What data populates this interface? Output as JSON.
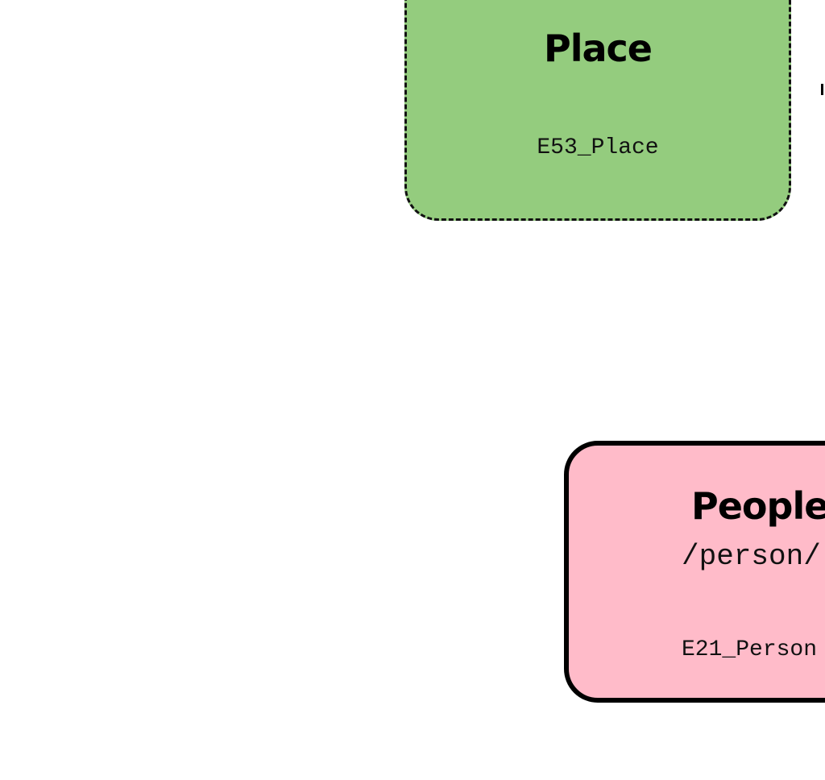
{
  "nodes": {
    "place": {
      "title": "Place",
      "class_id": "E53_Place",
      "fill": "#94cc7e",
      "border_style": "dashed"
    },
    "people": {
      "title": "People",
      "path": "/person/",
      "class_id": "E21_Person",
      "fill": "#ffbbc9",
      "border_style": "solid"
    }
  }
}
